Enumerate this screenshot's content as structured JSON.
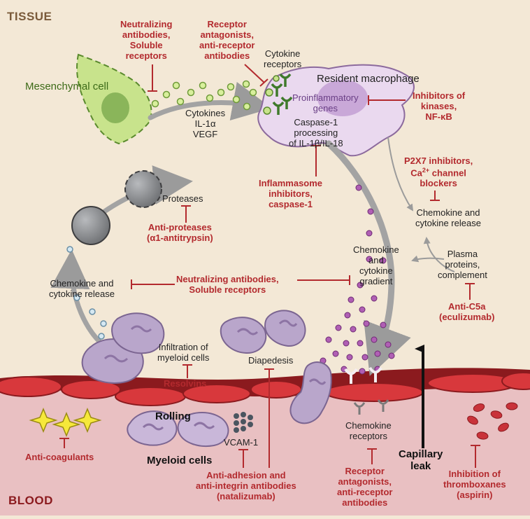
{
  "regions": {
    "tissue": "TISSUE",
    "blood": "BLOOD"
  },
  "colors": {
    "tissue_bg": "#f3e8d6",
    "blood_bg": "#eac3c3",
    "vessel_wall": "#8b1a1e",
    "endothelial_cell": "#d8383c",
    "inhibitor_red": "#b32a2e",
    "mesenchymal_cell": "#c8e38c",
    "macrophage": "#ead9ef",
    "myeloid_cell": "#b9a6cb",
    "protease_sphere": "#8d8f92",
    "chemokine_dot": "#b05fb4",
    "cytokine_dot": "#bfe07a",
    "platelet": "#f6e83a"
  },
  "labels": {
    "mesenchymal_cell": "Mesenchymal cell",
    "resident_macrophage": "Resident macrophage",
    "cytokine_receptors": "Cytokine\nreceptors",
    "cytokines": "Cytokines\nIL-1α\nVEGF",
    "proinflammatory_genes": "Proinflammatory\ngenes",
    "caspase_processing": "Caspase-1\nprocessing\nof IL-1β/IL-18",
    "proteases": "Proteases",
    "chemokine_release_left": "Chemokine and\ncytokine release",
    "chemokine_release_right": "Chemokine and\ncytokine release",
    "chemokine_gradient": "Chemokine\nand\ncytokine\ngradient",
    "plasma_proteins": "Plasma\nproteins,\ncomplement",
    "infiltration": "Infiltration of\nmyeloid cells",
    "diapedesis": "Diapedesis",
    "rolling": "Rolling",
    "myeloid_cells": "Myeloid cells",
    "vcam": "VCAM-1",
    "chemokine_receptors": "Chemokine\nreceptors",
    "capillary_leak": "Capillary\nleak"
  },
  "inhibitors": {
    "neutralizing_top": "Neutralizing\nantibodies,\nSoluble\nreceptors",
    "receptor_antagonists_top": "Receptor\nantagonists,\nanti-receptor\nantibodies",
    "kinase_inhibitors": "Inhibitors of\nkinases,\nNF-κB",
    "inflammasome_inhibitors": "Inflammasome\ninhibitors,\ncaspase-1",
    "anti_proteases": "Anti-proteases\n(α1-antitrypsin)",
    "neutralizing_middle": "Neutralizing antibodies,\nSoluble receptors",
    "p2x7_line1": "P2X7 inhibitors,",
    "p2x7_line2_pre": "Ca",
    "p2x7_line2_sup": "2+",
    "p2x7_line2_post": " channel",
    "p2x7_line3": "blockers",
    "anti_c5a": "Anti-C5a\n(eculizumab)",
    "resolvins": "Resolvins",
    "anti_coagulants": "Anti-coagulants",
    "anti_adhesion": "Anti-adhesion and\nanti-integrin antibodies\n(natalizumab)",
    "receptor_antagonists_bottom": "Receptor\nantagonists,\nanti-receptor\nantibodies",
    "thromboxane_inhibition": "Inhibition of\nthromboxanes\n(aspirin)"
  }
}
